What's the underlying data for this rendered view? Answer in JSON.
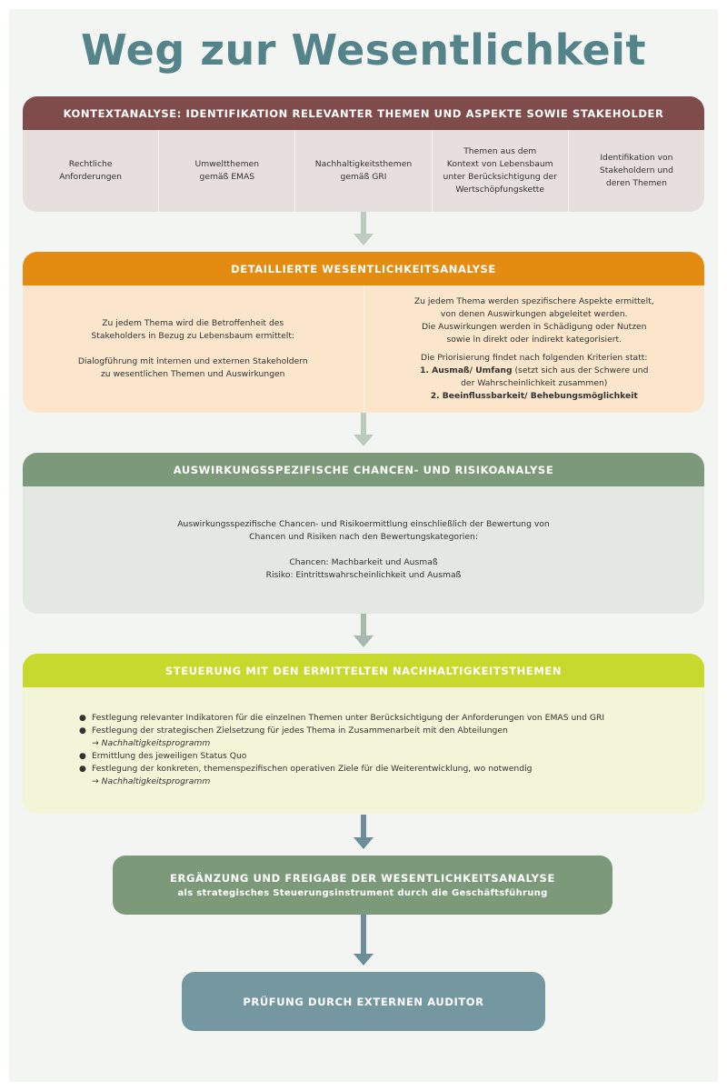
{
  "title": "Weg zur Wesentlichkeit",
  "colors": {
    "background": "#f2f5f1",
    "title": "#54838a",
    "context_header": "#7f4b4b",
    "context_body": "#e7dfde",
    "materiality_header": "#e48b12",
    "materiality_body": "#fbe6cc",
    "risk_header": "#7c9a79",
    "risk_body": "#e4e8e2",
    "steering_header": "#c8d92e",
    "steering_body": "#f3f5d8",
    "approval_box": "#7c9a79",
    "audit_box": "#7598a0",
    "arrow_light": "#bccbbd",
    "arrow_dark": "#6d8e98"
  },
  "context_analysis": {
    "header": "KONTEXTANALYSE: IDENTIFIKATION RELEVANTER THEMEN UND ASPEKTE SOWIE STAKEHOLDER",
    "cells": [
      [
        "Rechtliche",
        "Anforderungen"
      ],
      [
        "Umweltthemen",
        "gemäß EMAS"
      ],
      [
        "Nachhaltigkeitsthemen",
        "gemäß GRI"
      ],
      [
        "Themen aus dem",
        "Kontext von Lebensbaum",
        "unter Berücksichtigung der",
        "Wertschöpfungskette"
      ],
      [
        "Identifikation von",
        "Stakeholdern und",
        "deren Themen"
      ]
    ]
  },
  "materiality_analysis": {
    "header": "DETAILLIERTE WESENTLICHKEITSANALYSE",
    "left": {
      "para1": [
        "Zu jedem Thema wird die Betroffenheit des",
        "Stakeholders in Bezug zu Lebensbaum ermittelt:"
      ],
      "para2": [
        "Dialogführung mit internen und externen Stakeholdern",
        "zu wesentlichen Themen und Auswirkungen"
      ]
    },
    "right": {
      "para1": [
        "Zu jedem Thema werden spezifischere Aspekte ermittelt,",
        "von denen Auswirkungen abgeleitet werden.",
        "Die Auswirkungen werden in Schädigung oder Nutzen",
        "sowie in direkt oder indirekt kategorisiert."
      ],
      "para2_intro": "Die Priorisierung findet nach folgenden Kriterien statt:",
      "criterion1_bold": "1. Ausmaß/ Umfang",
      "criterion1_rest": " (setzt sich aus der Schwere und",
      "criterion1_cont": "der Wahrscheinlichkeit zusammen)",
      "criterion2_bold": "2. Beeinflussbarkeit/ Behebungsmöglichkeit"
    }
  },
  "risk_analysis": {
    "header": "AUSWIRKUNGSSPEZIFISCHE CHANCEN- UND RISIKOANALYSE",
    "para1": [
      "Auswirkungsspezifische Chancen- und Risikoermittlung einschließlich der Bewertung von",
      "Chancen und Risiken nach den Bewertungskategorien:"
    ],
    "para2": [
      "Chancen: Machbarkeit und Ausmaß",
      "Risiko: Eintrittswahrscheinlichkeit und Ausmaß"
    ]
  },
  "steering": {
    "header": "STEUERUNG MIT DEN ERMITTELTEN NACHHALTIGKEITSTHEMEN",
    "bullet_symbol": "●",
    "arrow_symbol": "→",
    "items": [
      {
        "text": "Festlegung relevanter Indikatoren für die einzelnen Themen unter Berücksichtigung der Anforderungen von EMAS und GRI",
        "sub": ""
      },
      {
        "text": "Festlegung der strategischen Zielsetzung für jedes Thema in Zusammenarbeit mit den Abteilungen",
        "sub": "Nachhaltigkeitsprogramm"
      },
      {
        "text": "Ermittlung des jeweiligen Status Quo",
        "sub": ""
      },
      {
        "text": "Festlegung der konkreten, themenspezifischen operativen Ziele für die Weiterentwicklung, wo notwendig",
        "sub": "Nachhaltigkeitsprogramm"
      }
    ]
  },
  "approval": {
    "title": "ERGÄNZUNG UND FREIGABE DER WESENTLICHKEITSANALYSE",
    "subtitle": "als strategisches Steuerungsinstrument durch die Geschäftsführung"
  },
  "audit": {
    "title": "PRÜFUNG DURCH EXTERNEN AUDITOR"
  }
}
